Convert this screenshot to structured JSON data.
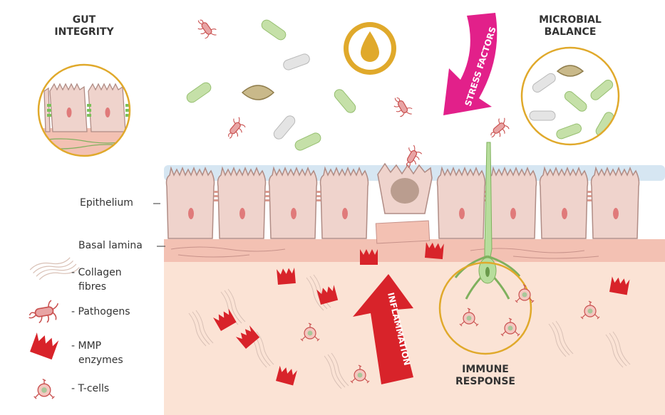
{
  "corner_labels": {
    "gut_integrity": [
      "GUT",
      "INTEGRITY"
    ],
    "microbial_balance": [
      "MICROBIAL",
      "BALANCE"
    ],
    "immune_response": [
      "IMMUNE",
      "RESPONSE"
    ]
  },
  "arrows": {
    "stress_factors": "STRESS FACTORS",
    "inflammation": "INFLAMMATION"
  },
  "layer_labels": {
    "epithelium": "Epithelium",
    "basal_lamina": "Basal lamina"
  },
  "legend": [
    {
      "icon": "collagen-fibres-icon",
      "lines": [
        "- Collagen",
        "fibres"
      ]
    },
    {
      "icon": "pathogen-icon",
      "lines": [
        "- Pathogens"
      ]
    },
    {
      "icon": "mmp-enzyme-icon",
      "lines": [
        "- MMP",
        "enzymes"
      ]
    },
    {
      "icon": "t-cell-icon",
      "lines": [
        "- T-cells"
      ]
    }
  ],
  "colors": {
    "tissue": "#fbe3d5",
    "cell_fill": "#efd3cc",
    "cell_stroke": "#b08c85",
    "mucus": "#d6e6f2",
    "basal_lamina": "#f3c1b3",
    "gold": "#e0a92b",
    "stress_arrow": "#e2208a",
    "inflammation_arrow": "#d8232a",
    "mmp": "#d8232a",
    "microbe_green": "#c5e0a8",
    "microbe_grey": "#e4e4e4",
    "microbe_olive": "#c9b98a",
    "pathogen": "#e8a4a4",
    "nerve_green": "#b7dd9c"
  }
}
